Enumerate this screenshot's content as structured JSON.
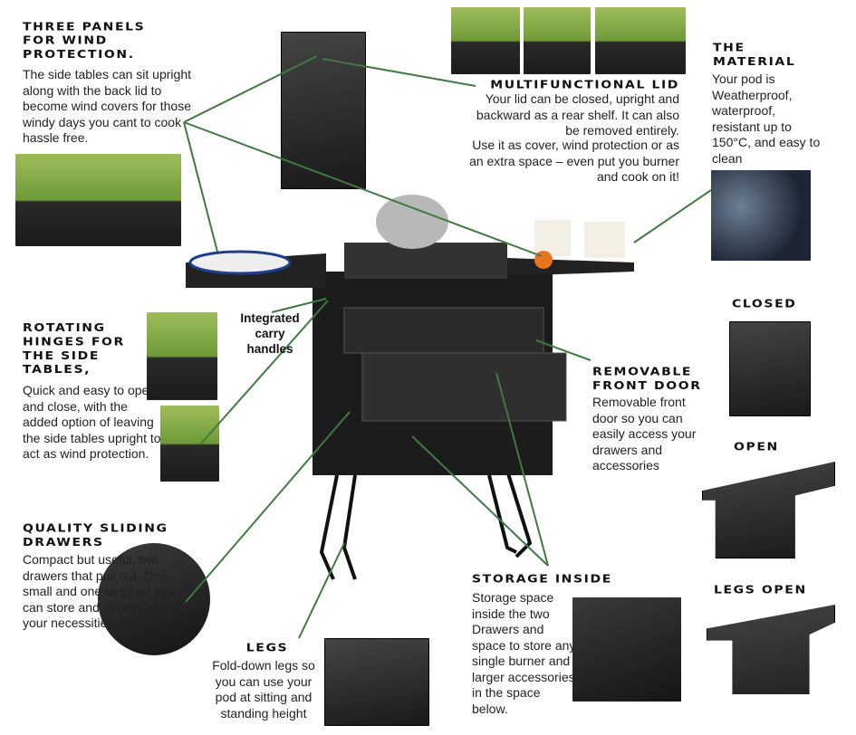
{
  "sections": {
    "wind": {
      "title": "Three panels for wind protection.",
      "body": "The side tables can sit upright along with the back lid to become wind covers for those windy days you cant to cook hassle free."
    },
    "lid": {
      "title": "Multifunctional lid",
      "body1": "Your lid can be closed, upright and backward as a rear shelf. It can also be removed entirely.",
      "body2": "Use it as cover, wind protection or as an extra space – even put you burner and cook on it!"
    },
    "material": {
      "title": "The material",
      "body": "Your pod is Weatherproof, waterproof, resistant up to 150°C, and easy to clean"
    },
    "hinges": {
      "title": "Rotating hinges for the side tables,",
      "body": "Quick and easy to open and close, with the added option of leaving the side tables upright to act as wind protection."
    },
    "handles": {
      "title": "Integrated carry handles"
    },
    "door": {
      "title": "Removable front door",
      "body": "Removable front door so you can easily access your drawers and accessories"
    },
    "drawers": {
      "title": "Quality sliding drawers",
      "body": "Compact but useful, two drawers that pull out. One small and one large so you can store and access all your necessities easily."
    },
    "legs": {
      "title": "Legs",
      "body": "Fold-down legs so you can use your pod at sitting and standing height"
    },
    "storage": {
      "title": "Storage inside",
      "body": "Storage space inside the two Drawers and space to store any single burner and larger accessories in the space below."
    },
    "closed": {
      "title": "Closed"
    },
    "open": {
      "title": "Open"
    },
    "legs_open": {
      "title": "Legs open"
    }
  },
  "colors": {
    "arrow": "#3f7a40"
  }
}
